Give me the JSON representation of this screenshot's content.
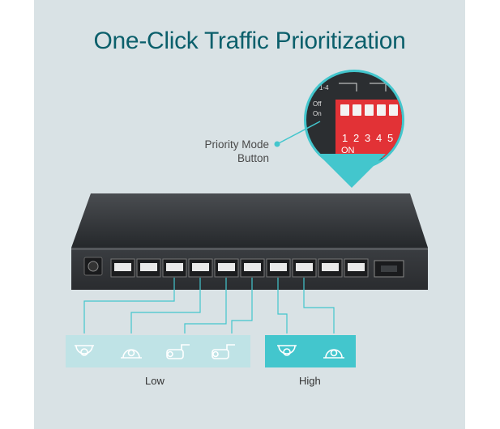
{
  "title": "One-Click Traffic Prioritization",
  "callout": {
    "line1": "Priority Mode",
    "line2": "Button"
  },
  "dip_switch": {
    "legend": [
      "1-4",
      "Off",
      "On"
    ],
    "numbers": [
      "1",
      "2",
      "3",
      "4",
      "5"
    ],
    "on_label": "ON"
  },
  "groups": {
    "low": {
      "label": "Low",
      "icons": [
        "dome-camera-icon",
        "dome-camera-icon",
        "bullet-camera-icon",
        "bullet-camera-icon"
      ]
    },
    "high": {
      "label": "High",
      "icons": [
        "dome-camera-icon",
        "dome-camera-icon"
      ]
    }
  },
  "colors": {
    "accent": "#43c6cd",
    "title": "#0b5f6b",
    "background": "#d9e2e5",
    "low_box": "#bfe3e6",
    "high_box": "#43c6cd"
  }
}
